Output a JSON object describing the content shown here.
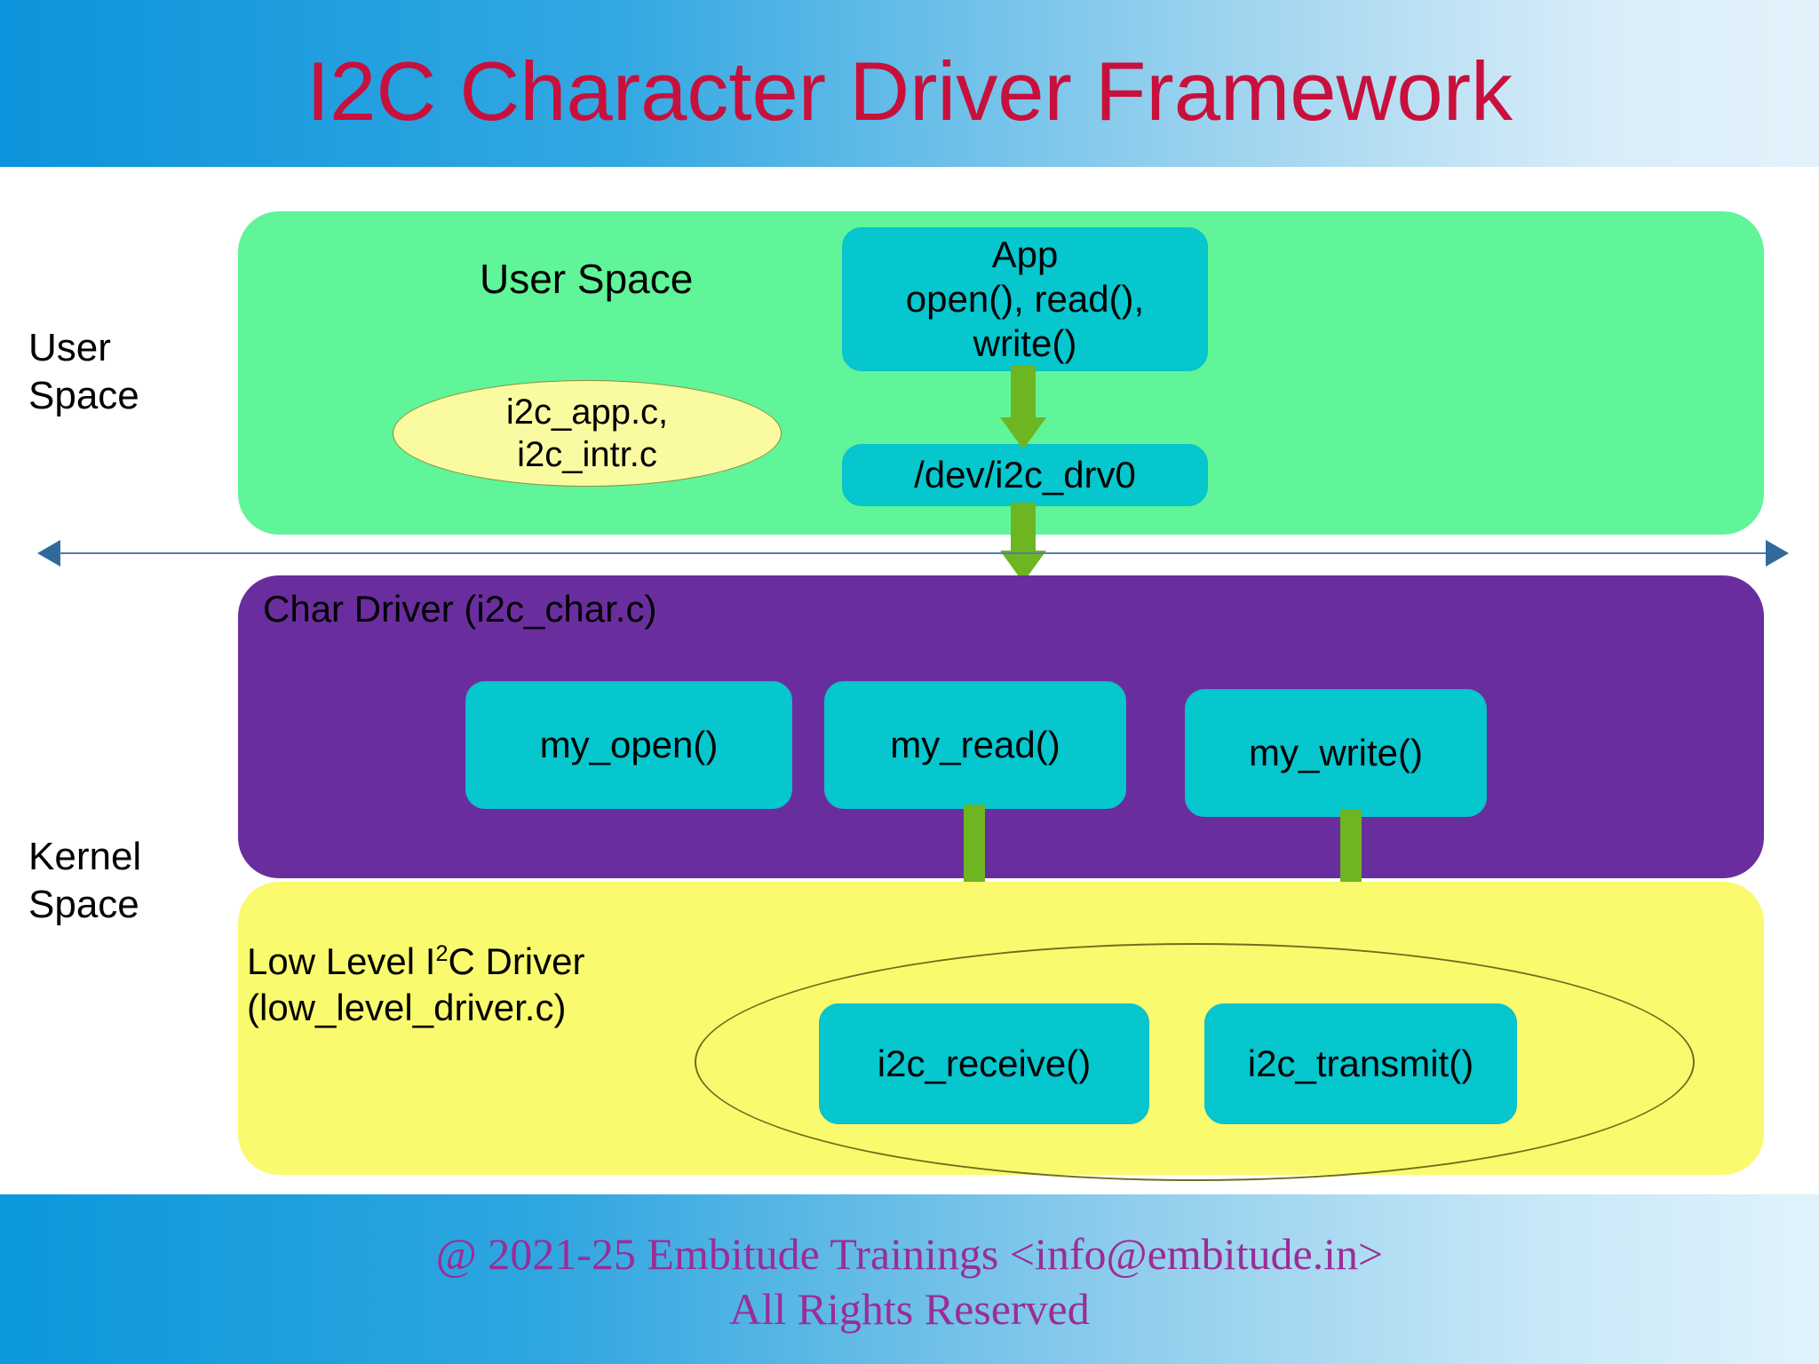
{
  "header": {
    "title": "I2C Character Driver Framework",
    "band_start_color": "#0C94DC",
    "band_end_color": "#E3F2FB",
    "title_color": "#C8103C"
  },
  "side_labels": {
    "user": "User\nSpace",
    "kernel": "Kernel\nSpace"
  },
  "layers": {
    "user_space": {
      "label": "User Space",
      "color": "#5FF598",
      "ellipse": "i2c_app.c,\ni2c_intr.c",
      "ellipse_color": "#FAFAA0",
      "nodes": {
        "app": "App\nopen(), read(),\nwrite()",
        "dev": "/dev/i2c_drv0"
      }
    },
    "char_driver": {
      "label": "Char Driver (i2c_char.c)",
      "color": "#6A2D9E",
      "nodes": {
        "my_open": "my_open()",
        "my_read": "my_read()",
        "my_write": "my_write()"
      }
    },
    "low_level": {
      "label_prefix": "Low Level I",
      "label_superscript": "2",
      "label_suffix": "C Driver",
      "label_file": "(low_level_driver.c)",
      "color": "#FAFA6E",
      "nodes": {
        "i2c_receive": "i2c_receive()",
        "i2c_transmit": "i2c_transmit()"
      }
    }
  },
  "node_color": "#06C6CE",
  "arrow_color": "#6EB522",
  "divider_arrow_color": "#31699B",
  "footer": {
    "text": "@ 2021-25 Embitude Trainings <info@embitude.in>\nAll Rights Reserved",
    "color": "#9B2D96"
  }
}
